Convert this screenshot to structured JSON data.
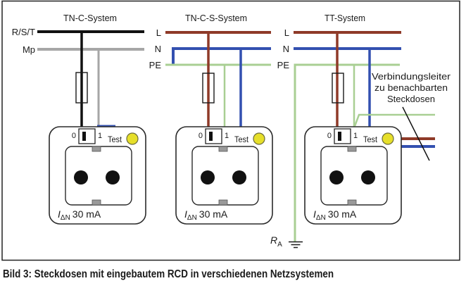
{
  "systems": [
    {
      "title": "TN-C-System",
      "conductors": [
        "R/S/T",
        "Mp"
      ]
    },
    {
      "title": "TN-C-S-System",
      "conductors": [
        "L",
        "N",
        "PE"
      ]
    },
    {
      "title": "TT-System",
      "conductors": [
        "L",
        "N",
        "PE"
      ]
    }
  ],
  "socket": {
    "switch_off": "0",
    "switch_on": "1",
    "test_label": "Test",
    "current_symbol": "I",
    "current_subscript": "ΔN",
    "rating": "30 mA"
  },
  "annotation": {
    "lines": [
      "Verbindungsleiter",
      "zu benachbarten",
      "Steckdosen"
    ]
  },
  "earth_resistance": {
    "symbol": "R",
    "subscript": "A"
  },
  "caption": "Bild 3: Steckdosen mit eingebautem RCD in verschiedenen Netzsystemen",
  "colors": {
    "line": "#8f3a28",
    "neutral": "#3350b0",
    "protective_earth": "#a9cf93",
    "pen_black": "#111111",
    "mp_grey": "#a6a6a6",
    "test_button": "#e6df2a"
  }
}
